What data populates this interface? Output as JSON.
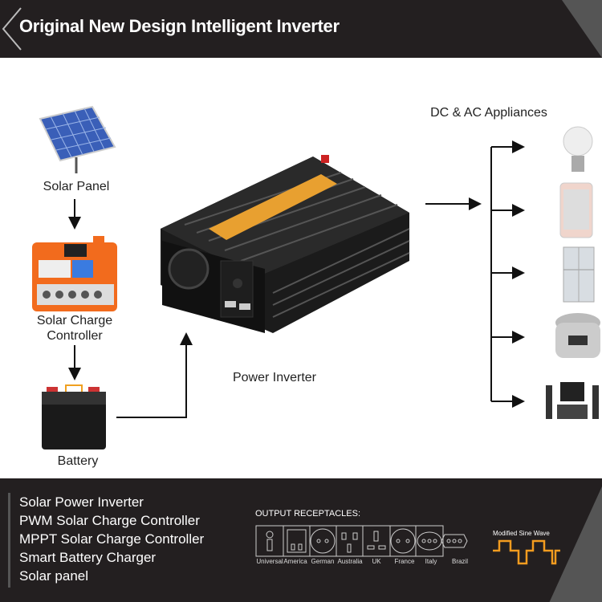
{
  "header": {
    "title": "Original New Design Intelligent Inverter"
  },
  "diagram": {
    "solar_panel": "Solar Panel",
    "controller": "Solar Charge\nController",
    "controller_l1": "Solar Charge",
    "controller_l2": "Controller",
    "battery": "Battery",
    "inverter": "Power Inverter",
    "appliances": "DC & AC Appliances"
  },
  "footer": {
    "products": [
      "Solar Power Inverter",
      "PWM Solar Charge Controller",
      "MPPT Solar Charge Controller",
      "Smart Battery Charger",
      "Solar panel"
    ],
    "receptacles_title": "OUTPUT  RECEPTACLES:",
    "receptacles": [
      "Universal",
      "America",
      "German",
      "Australia",
      "UK",
      "France",
      "Italy",
      "Brazil"
    ],
    "wave_label": "Modified  Sine  Wave",
    "wave_color": "#f39c1f"
  }
}
